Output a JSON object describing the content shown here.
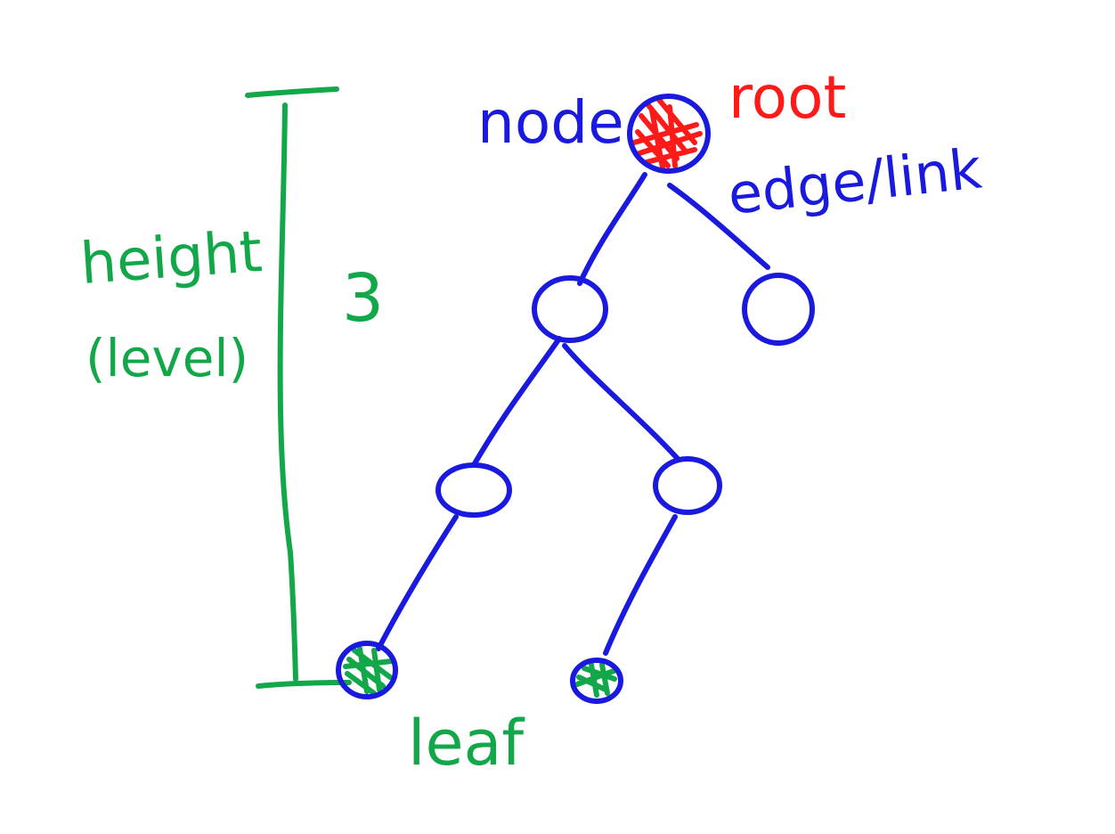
{
  "labels": {
    "node": "node",
    "root": "root",
    "edge": "edge/link",
    "height_word": "height",
    "level_word": "(level)",
    "height_value": "3",
    "leaf": "leaf"
  },
  "colors": {
    "tree": "#1a1adf",
    "root": "#ff1a1a",
    "height": "#12a84a"
  }
}
